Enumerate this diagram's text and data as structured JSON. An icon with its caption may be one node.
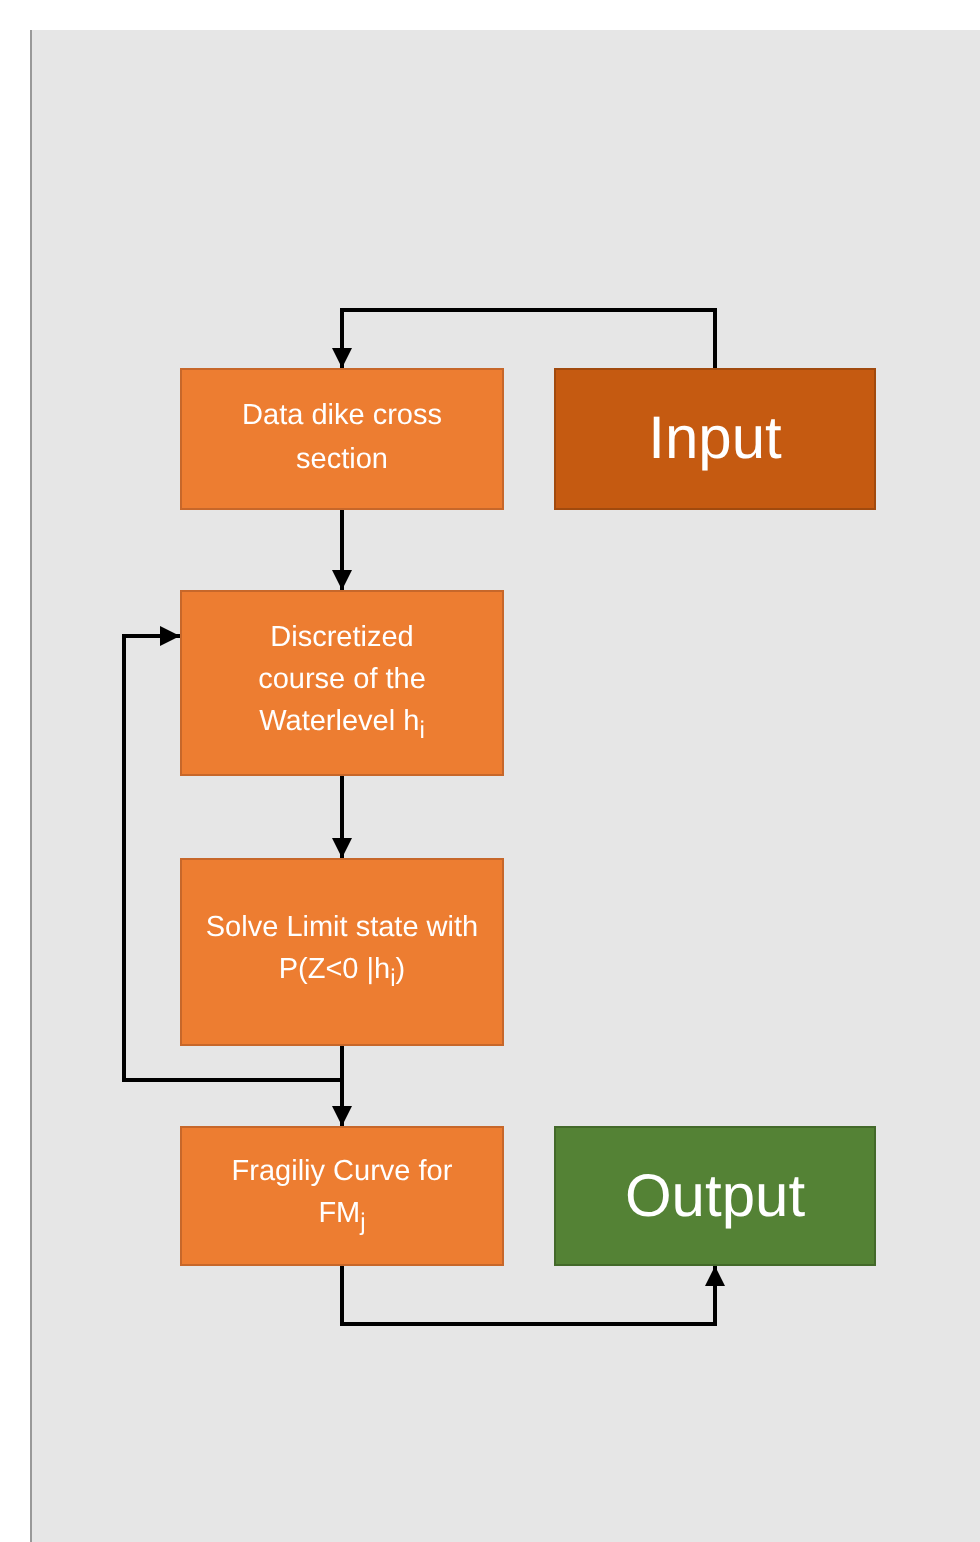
{
  "diagram": {
    "nodes": [
      {
        "text": [
          "Data dike cross section"
        ]
      },
      {
        "text": [
          "Input"
        ]
      },
      {
        "text": [
          "Discretized course of the Waterlevel h$_{i}$"
        ]
      },
      {
        "text": [
          "Solve Limit state with P(Z<0 |h$_{i}$)"
        ]
      },
      {
        "text": [
          "Fragiliy Curve for FM$_{j}$"
        ]
      },
      {
        "text": [
          "Output"
        ]
      }
    ],
    "edges": [
      {
        "from": 1,
        "to": 0,
        "arrow": "to"
      },
      {
        "from": 0,
        "to": 2,
        "arrow": "to"
      },
      {
        "from": 2,
        "to": 3,
        "arrow": "to"
      },
      {
        "from": 3,
        "to": 4,
        "arrow": "to"
      },
      {
        "from": 3,
        "to": 2,
        "arrow": "to"
      },
      {
        "from": 4,
        "to": 5,
        "arrow": "to"
      }
    ]
  }
}
